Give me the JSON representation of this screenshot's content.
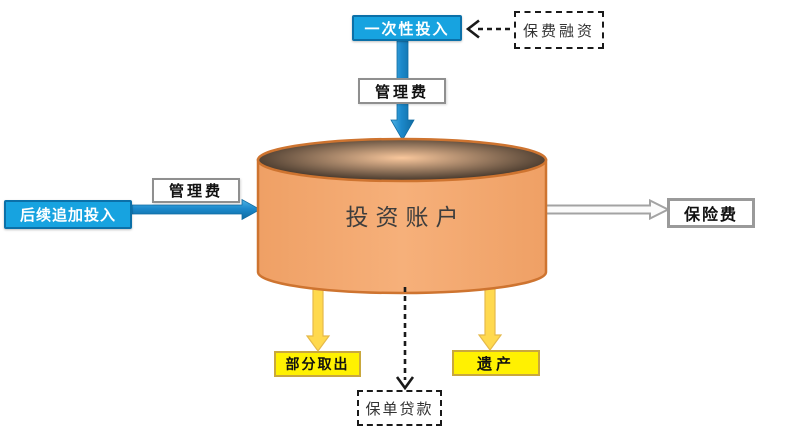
{
  "diagram": {
    "account": {
      "label": "投资账户"
    },
    "one_time_investment": {
      "label": "一次性投入"
    },
    "premium_financing": {
      "label": "保费融资"
    },
    "management_fee_top": {
      "label": "管理费"
    },
    "management_fee_left": {
      "label": "管理费"
    },
    "follow_up_investment": {
      "label": "后续追加投入"
    },
    "insurance_fee": {
      "label": "保险费"
    },
    "partial_withdrawal": {
      "label": "部分取出"
    },
    "legacy": {
      "label": "遗产"
    },
    "policy_loan": {
      "label": "保单贷款"
    },
    "colors": {
      "blue_fill": "#17a3e0",
      "blue_border": "#0b70a8",
      "blue_arrow": "#1c89cb",
      "cylinder_fill": "#f4a870",
      "cylinder_top_fill": "#f6b888",
      "cylinder_border": "#ce7430",
      "yellow_box_fill": "#fff101",
      "yellow_box_border": "#c9a83d",
      "yellow_arrow": "#ffd94e",
      "gray_arrow_border": "#a3a3a3",
      "fee_box_border": "#8f8f8f",
      "dashed_line": "#1a1a1a"
    }
  }
}
